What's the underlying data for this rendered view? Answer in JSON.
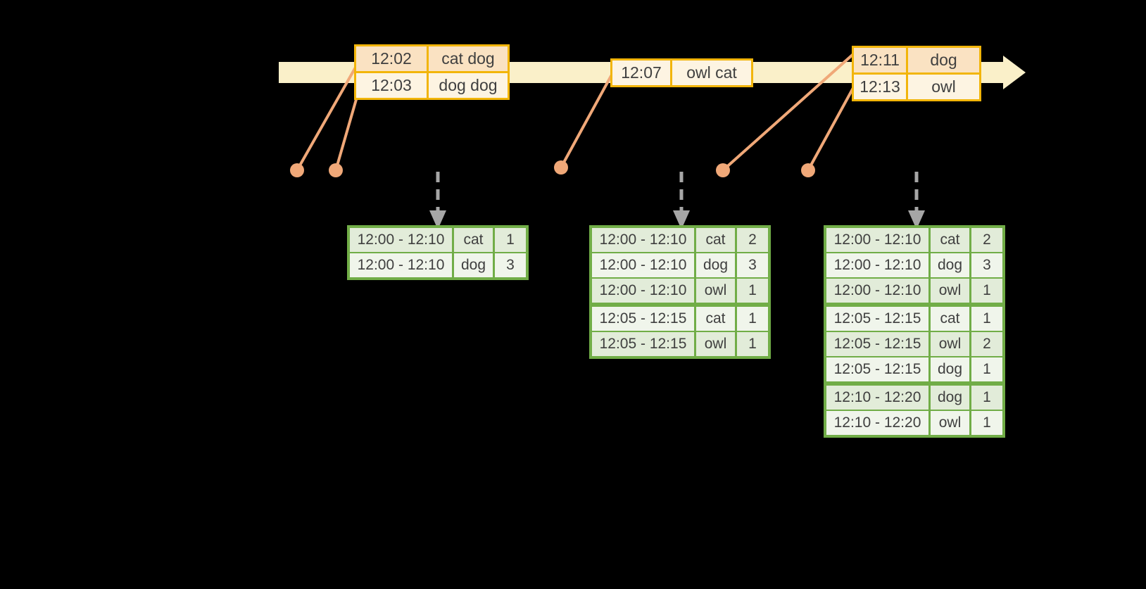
{
  "colors": {
    "background": "#000000",
    "timeline_fill": "#FAF0C9",
    "event_table_border": "#F2B50A",
    "event_row_dark": "#FAE2C2",
    "event_row_light": "#FDF4E2",
    "connector": "#F0A878",
    "result_table_border": "#71AD47",
    "result_row_dark": "#E2ECD9",
    "result_row_light": "#F0F5EB",
    "trigger_arrow": "#A6A6A6",
    "text": "#3F3F3F"
  },
  "icons": {
    "timeline_arrowhead": "right-arrow",
    "trigger_arrows": "dashed-down-arrow",
    "event_markers": "filled-circle"
  },
  "event_tables": [
    {
      "name": "input-batch-1",
      "rows": [
        {
          "time": "12:02",
          "words": "cat dog",
          "shade": "dark"
        },
        {
          "time": "12:03",
          "words": "dog dog",
          "shade": "light"
        }
      ]
    },
    {
      "name": "input-batch-2",
      "rows": [
        {
          "time": "12:07",
          "words": "owl cat",
          "shade": "light"
        }
      ]
    },
    {
      "name": "input-batch-3",
      "rows": [
        {
          "time": "12:11",
          "words": "dog",
          "shade": "dark"
        },
        {
          "time": "12:13",
          "words": "owl",
          "shade": "light"
        }
      ]
    }
  ],
  "result_tables": [
    {
      "name": "result-table-1",
      "rows": [
        {
          "window": "12:00 - 12:10",
          "word": "cat",
          "count": "1",
          "shade": "dark"
        },
        {
          "window": "12:00 - 12:10",
          "word": "dog",
          "count": "3",
          "shade": "light"
        }
      ]
    },
    {
      "name": "result-table-2",
      "rows": [
        {
          "window": "12:00 - 12:10",
          "word": "cat",
          "count": "2",
          "shade": "dark"
        },
        {
          "window": "12:00 - 12:10",
          "word": "dog",
          "count": "3",
          "shade": "light"
        },
        {
          "window": "12:00 - 12:10",
          "word": "owl",
          "count": "1",
          "shade": "dark"
        },
        {
          "window": "12:05 - 12:15",
          "word": "cat",
          "count": "1",
          "shade": "light"
        },
        {
          "window": "12:05 - 12:15",
          "word": "owl",
          "count": "1",
          "shade": "dark"
        }
      ]
    },
    {
      "name": "result-table-3",
      "rows": [
        {
          "window": "12:00 - 12:10",
          "word": "cat",
          "count": "2",
          "shade": "dark"
        },
        {
          "window": "12:00 - 12:10",
          "word": "dog",
          "count": "3",
          "shade": "light"
        },
        {
          "window": "12:00 - 12:10",
          "word": "owl",
          "count": "1",
          "shade": "dark"
        },
        {
          "window": "12:05 - 12:15",
          "word": "cat",
          "count": "1",
          "shade": "light"
        },
        {
          "window": "12:05 - 12:15",
          "word": "owl",
          "count": "2",
          "shade": "dark"
        },
        {
          "window": "12:05 - 12:15",
          "word": "dog",
          "count": "1",
          "shade": "light"
        },
        {
          "window": "12:10 - 12:20",
          "word": "dog",
          "count": "1",
          "shade": "dark"
        },
        {
          "window": "12:10 - 12:20",
          "word": "owl",
          "count": "1",
          "shade": "light"
        }
      ]
    }
  ]
}
